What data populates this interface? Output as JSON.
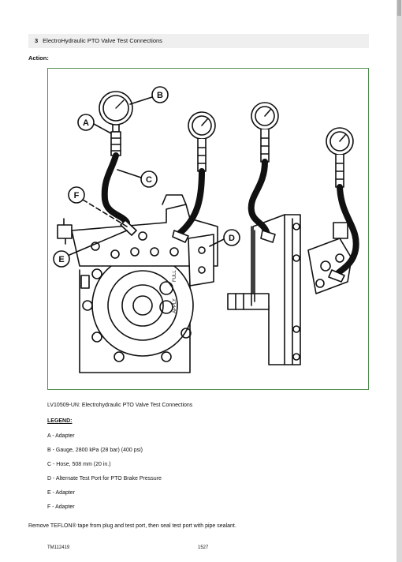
{
  "section": {
    "number": "3",
    "title": "ElectroHydraulic PTO Valve Test Connections"
  },
  "action_label": "Action:",
  "figure": {
    "callouts": {
      "a": "A",
      "b": "B",
      "c": "C",
      "d": "D",
      "e": "E",
      "f": "F"
    },
    "gauge_marks": {
      "full": "FULL",
      "apply": "APPLY"
    }
  },
  "caption": "LV10509-UN: Electrohydraulic PTO Valve Test Connections",
  "legend_title": "LEGEND:",
  "legend": [
    "A - Adapter",
    "B - Gauge, 2800 kPa (28 bar) (400 psi)",
    "C - Hose, 508 mm (20 in.)",
    "D - Alternate Test Port for PTO Brake Pressure",
    "E - Adapter",
    "F - Adapter"
  ],
  "note": "Remove TEFLON® tape from plug and test port, then seal test port with pipe sealant.",
  "footer": {
    "doc_id": "TM112419",
    "page": "1527"
  }
}
